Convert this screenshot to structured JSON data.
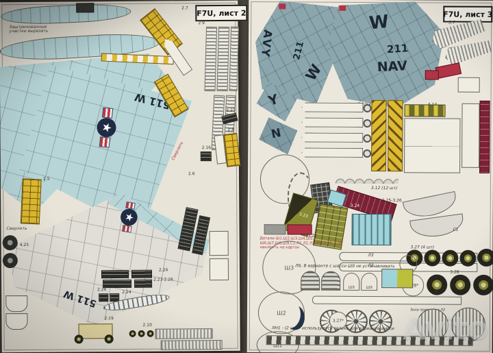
{
  "palette": {
    "table_bg": "#46413b",
    "paper": "#e9e4d8",
    "wing_cyan": "#b7d5d7",
    "fuselage_slate": "#8ba6ad",
    "part_yellow": "#dfb92f",
    "part_olive": "#8a8a33",
    "part_crimson": "#7c2136",
    "accent_red": "#b03446",
    "insignia_navy": "#202b44"
  },
  "sheet2": {
    "title": "F7U, лист 2",
    "cut_note": "Заштрихованные участки вырезать",
    "drill_note": "Сверлить",
    "drill_note2": "Сверлить",
    "wing_code_top": "511 W",
    "wing_code_bottom": "511 W",
    "star": "★",
    "labels": {
      "l25": "2.5",
      "l27": "2.7",
      "l29": "2.9",
      "l28": "2.8",
      "l227": "2.27",
      "l216": "2.16",
      "l224a": "2.24",
      "l2326": "2.23-2.26",
      "l226": "2.26",
      "l224b": "2.24",
      "l425": "4.25",
      "l26": "2.6",
      "l219": "2.19",
      "l210": "2.10"
    }
  },
  "sheet3": {
    "title": "F7U, лист 3",
    "markings": {
      "avy": "AVY",
      "modex_left": "211",
      "w_left": "W",
      "y": "Y",
      "n": "N",
      "w": "W",
      "modex": "211",
      "nav": "NAV"
    },
    "notes": {
      "glue": "Детали Ш1,Ш2,Ш3,Ш4,Ш5, Ш6,Ш7,Ш8,Ш9,С1,Л1,Л2,Л3,Н1, 3.27, 3.28 наклеить на картон",
      "chassis": "Л6. В варианте с шасси Ш9 не устанавливать",
      "ln1": "ЛН1 - (2 шт) - используются только для варианта шасси",
      "zone": "Зона приклейки Л2"
    },
    "labels": {
      "l37": "3.7",
      "l310": "3.10(4шт)",
      "l313": "3.13",
      "l312": "3.12 (12 шт)",
      "l322": "3.22",
      "l323": "3.23",
      "l324": "3.24",
      "l3256": "3.25-3.26",
      "l327": "3.27 (4 шт)",
      "l328": "3.28",
      "l328s": "3.28*",
      "l327s": "3.27*",
      "c1": "С1",
      "l3a": "Л3",
      "l3b": "Л3",
      "l1": "Л1",
      "sh9": "Ш9",
      "sh9b": "Ш9",
      "sh3": "Ш3",
      "sh2": "Ш2",
      "sh1": "Ш1"
    }
  },
  "watermark": "Avito"
}
